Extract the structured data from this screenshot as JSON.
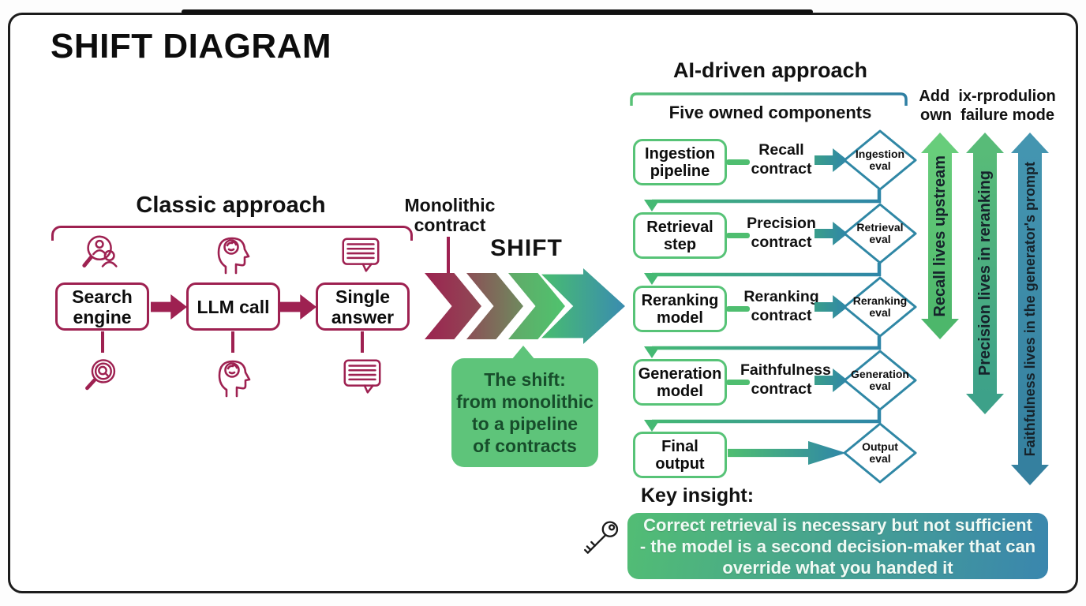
{
  "title": "SHIFT DIAGRAM",
  "classic": {
    "label": "Classic approach",
    "boxes": [
      "Search engine",
      "LLM call",
      "Single answer"
    ]
  },
  "monolithic_label": "Monolithic contract",
  "shift_label": "SHIFT",
  "shift_note": {
    "lines": [
      "The shift:",
      "from monolithic",
      "to a pipeline",
      "of contracts"
    ]
  },
  "ai": {
    "title": "AI-driven approach",
    "subtitle": "Five owned components",
    "side_note_lines": [
      "Add  ix-rprodulion",
      "own  failure mode"
    ],
    "rows": [
      {
        "box": "Ingestion pipeline",
        "contract": "Recall contract",
        "eval": "Ingestion eval"
      },
      {
        "box": "Retrieval step",
        "contract": "Precision contract",
        "eval": "Retrieval eval"
      },
      {
        "box": "Reranking model",
        "contract": "Reranking contract",
        "eval": "Reranking eval"
      },
      {
        "box": "Generation model",
        "contract": "Faithfulness contract",
        "eval": "Generation eval"
      },
      {
        "box": "Final output",
        "contract": "",
        "eval": "Output eval"
      }
    ]
  },
  "failure_arrows": [
    {
      "label": "Recall lives upstream",
      "color_top": "#68cd7b",
      "color_bottom": "#4db76b"
    },
    {
      "label": "Precision lives in reranking",
      "color_top": "#58bb78",
      "color_bottom": "#3da189"
    },
    {
      "label": "Faithfulness lives in the generator's prompt",
      "color_top": "#4495b0",
      "color_bottom": "#35809f"
    }
  ],
  "key_insight": {
    "heading": "Key insight:",
    "lines": [
      "Correct retrieval is necessary but not sufficient",
      "- the model is a second decision-maker that can",
      "override what you handed it"
    ]
  },
  "colors": {
    "crimson": "#9e2151",
    "green": "#57c377",
    "teal": "#2f87a5",
    "note_green": "#5ec47a",
    "note_text": "#174d2b",
    "insight_gradient_left": "#52bd74",
    "insight_gradient_right": "#3a86ae"
  }
}
